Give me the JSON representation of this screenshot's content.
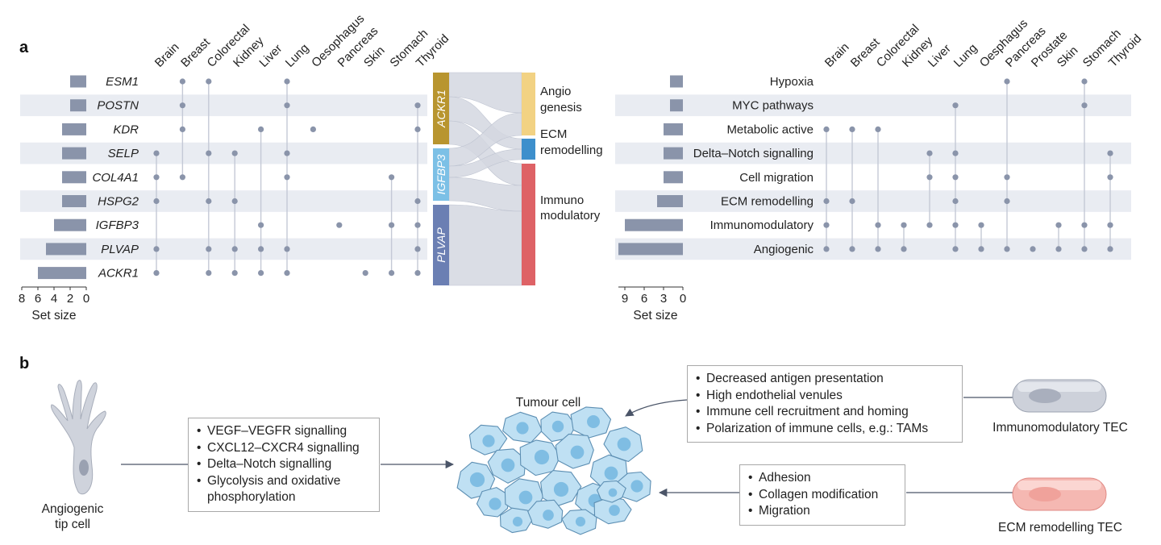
{
  "panel_labels": {
    "a": "a",
    "b": "b"
  },
  "colors": {
    "bar": "#8a94aa",
    "dot": "#8a94aa",
    "connector": "#c4c9d6",
    "row_shade": "#e9ecf2",
    "ACKR1": "#b8952f",
    "IGFBP3": "#7cc0e6",
    "PLVAP": "#6b7fb3",
    "angio": "#f2d283",
    "ecm": "#3d8fcc",
    "immuno": "#de6266",
    "ribbon": "#d3d7e1"
  },
  "chart_data": [
    {
      "type": "upset",
      "name": "genes",
      "columns": [
        "Brain",
        "Breast",
        "Colorectal",
        "Kidney",
        "Liver",
        "Lung",
        "Oesophagus",
        "Pancreas",
        "Skin",
        "Stomach",
        "Thyroid"
      ],
      "rows": [
        {
          "label": "ESM1",
          "set_size": 2,
          "tissues": [
            "Breast",
            "Colorectal",
            "Lung"
          ]
        },
        {
          "label": "POSTN",
          "set_size": 2,
          "tissues": [
            "Breast",
            "Lung",
            "Thyroid"
          ]
        },
        {
          "label": "KDR",
          "set_size": 3,
          "tissues": [
            "Breast",
            "Liver",
            "Oesophagus",
            "Thyroid"
          ]
        },
        {
          "label": "SELP",
          "set_size": 3,
          "tissues": [
            "Brain",
            "Colorectal",
            "Kidney",
            "Lung"
          ]
        },
        {
          "label": "COL4A1",
          "set_size": 3,
          "tissues": [
            "Brain",
            "Breast",
            "Lung",
            "Stomach"
          ]
        },
        {
          "label": "HSPG2",
          "set_size": 3,
          "tissues": [
            "Brain",
            "Colorectal",
            "Kidney",
            "Thyroid"
          ]
        },
        {
          "label": "IGFBP3",
          "set_size": 4,
          "tissues": [
            "Liver",
            "Pancreas",
            "Stomach",
            "Thyroid"
          ]
        },
        {
          "label": "PLVAP",
          "set_size": 5,
          "tissues": [
            "Brain",
            "Colorectal",
            "Kidney",
            "Liver",
            "Lung",
            "Thyroid"
          ]
        },
        {
          "label": "ACKR1",
          "set_size": 6,
          "tissues": [
            "Brain",
            "Colorectal",
            "Kidney",
            "Liver",
            "Lung",
            "Skin",
            "Stomach",
            "Thyroid"
          ]
        }
      ],
      "axis": {
        "ticks": [
          8,
          6,
          4,
          2,
          0
        ],
        "max": 8,
        "label": "Set size"
      }
    },
    {
      "type": "upset",
      "name": "pathways",
      "columns": [
        "Brain",
        "Breast",
        "Colorectal",
        "Kidney",
        "Liver",
        "Lung",
        "Oesphagus",
        "Pancreas",
        "Prostate",
        "Skin",
        "Stomach",
        "Thyroid"
      ],
      "rows": [
        {
          "label": "Hypoxia",
          "set_size": 2,
          "tissues": [
            "Pancreas",
            "Stomach"
          ]
        },
        {
          "label": "MYC pathways",
          "set_size": 2,
          "tissues": [
            "Lung",
            "Stomach"
          ]
        },
        {
          "label": "Metabolic active",
          "set_size": 3,
          "tissues": [
            "Brain",
            "Breast",
            "Colorectal"
          ]
        },
        {
          "label": "Delta–Notch signalling",
          "set_size": 3,
          "tissues": [
            "Liver",
            "Lung",
            "Thyroid"
          ]
        },
        {
          "label": "Cell migration",
          "set_size": 3,
          "tissues": [
            "Liver",
            "Lung",
            "Pancreas",
            "Thyroid"
          ]
        },
        {
          "label": "ECM remodelling",
          "set_size": 4,
          "tissues": [
            "Brain",
            "Breast",
            "Lung",
            "Pancreas"
          ]
        },
        {
          "label": "Immunomodulatory",
          "set_size": 9,
          "tissues": [
            "Brain",
            "Colorectal",
            "Kidney",
            "Liver",
            "Lung",
            "Oesphagus",
            "Skin",
            "Stomach",
            "Thyroid"
          ]
        },
        {
          "label": "Angiogenic",
          "set_size": 10,
          "tissues": [
            "Brain",
            "Breast",
            "Colorectal",
            "Kidney",
            "Lung",
            "Oesphagus",
            "Pancreas",
            "Prostate",
            "Skin",
            "Stomach",
            "Thyroid"
          ]
        }
      ],
      "axis": {
        "ticks": [
          9,
          6,
          3,
          0
        ],
        "max": 10,
        "label": "Set size"
      }
    },
    {
      "type": "sankey",
      "sources": [
        {
          "label": "ACKR1",
          "color": "#b8952f"
        },
        {
          "label": "IGFBP3",
          "color": "#7cc0e6"
        },
        {
          "label": "PLVAP",
          "color": "#6b7fb3"
        }
      ],
      "targets": [
        {
          "label": "Angio genesis",
          "lines": [
            "Angio",
            "genesis"
          ],
          "color": "#f2d283"
        },
        {
          "label": "ECM remodelling",
          "lines": [
            "ECM",
            "remodelling"
          ],
          "color": "#3d8fcc"
        },
        {
          "label": "Immuno modulatory",
          "lines": [
            "Immuno",
            "modulatory"
          ],
          "color": "#de6266"
        }
      ]
    }
  ],
  "panel_b": {
    "tip_cell_label": [
      "Angiogenic",
      "tip cell"
    ],
    "tumour_label": "Tumour cell",
    "immuno_tec_label": "Immunomodulatory TEC",
    "ecm_tec_label": "ECM remodelling TEC",
    "box_left": [
      "VEGF–VEGFR signalling",
      "CXCL12–CXCR4 signalling",
      "Delta–Notch signalling",
      "Glycolysis and oxidative phosphorylation"
    ],
    "box_top": [
      "Decreased antigen presentation",
      "High endothelial venules",
      "Immune cell recruitment and homing",
      "Polarization of immune cells, e.g.: TAMs"
    ],
    "box_bottom": [
      "Adhesion",
      "Collagen modification",
      "Migration"
    ]
  }
}
